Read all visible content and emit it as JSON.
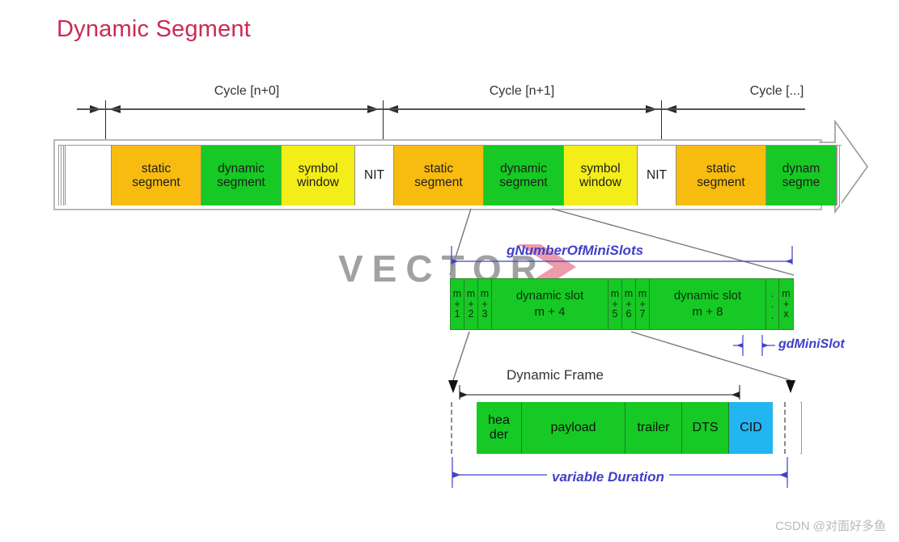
{
  "title": "Dynamic Segment",
  "colors": {
    "title": "#cc2a55",
    "static": "#f8bc10",
    "dynamic": "#16c924",
    "symbol": "#f3ed19",
    "nit": "#ffffff",
    "cid": "#23b5f0",
    "annotation": "#4040c8",
    "line": "#555555"
  },
  "cycles": {
    "labels": [
      "Cycle [n+0]",
      "Cycle [n+1]",
      "Cycle [...]"
    ]
  },
  "cycle_bar": {
    "segments": [
      {
        "kind": "blank",
        "lines": [],
        "width": 58
      },
      {
        "kind": "static",
        "lines": [
          "static",
          "segment"
        ],
        "width": 112
      },
      {
        "kind": "dynamic",
        "lines": [
          "dynamic",
          "segment"
        ],
        "width": 100
      },
      {
        "kind": "symbol",
        "lines": [
          "symbol",
          "window"
        ],
        "width": 92
      },
      {
        "kind": "nit",
        "lines": [
          "NIT"
        ],
        "width": 49
      },
      {
        "kind": "static",
        "lines": [
          "static",
          "segment"
        ],
        "width": 112
      },
      {
        "kind": "dynamic",
        "lines": [
          "dynamic",
          "segment"
        ],
        "width": 100
      },
      {
        "kind": "symbol",
        "lines": [
          "symbol",
          "window"
        ],
        "width": 92
      },
      {
        "kind": "nit",
        "lines": [
          "NIT"
        ],
        "width": 49
      },
      {
        "kind": "static",
        "lines": [
          "static",
          "segment"
        ],
        "width": 112
      },
      {
        "kind": "dynamic",
        "lines": [
          "dynam",
          "segme"
        ],
        "width": 88
      }
    ]
  },
  "minislots": {
    "measure_label": "gNumberOfMiniSlots",
    "unit_label": "gdMiniSlot",
    "cells": [
      {
        "kind": "narrow",
        "lines": [
          "m",
          "+",
          "1"
        ]
      },
      {
        "kind": "narrow",
        "lines": [
          "m",
          "+",
          "2"
        ]
      },
      {
        "kind": "narrow",
        "lines": [
          "m",
          "+",
          "3"
        ]
      },
      {
        "kind": "wide",
        "lines": [
          "dynamic slot",
          "m + 4"
        ]
      },
      {
        "kind": "narrow",
        "lines": [
          "m",
          "+",
          "5"
        ]
      },
      {
        "kind": "narrow",
        "lines": [
          "m",
          "+",
          "6"
        ]
      },
      {
        "kind": "narrow",
        "lines": [
          "m",
          "+",
          "7"
        ]
      },
      {
        "kind": "wide",
        "lines": [
          "dynamic slot",
          "m + 8"
        ]
      },
      {
        "kind": "dots",
        "lines": [
          ".",
          ".",
          "."
        ]
      },
      {
        "kind": "narrow",
        "lines": [
          "m",
          "+",
          "x"
        ]
      }
    ]
  },
  "dynamic_frame": {
    "title": "Dynamic Frame",
    "duration_label": "variable Duration",
    "cells": [
      {
        "kind": "pad",
        "lines": [],
        "width": 16
      },
      {
        "kind": "dash",
        "lines": [],
        "width": 32
      },
      {
        "kind": "green",
        "lines": [
          "hea",
          "der"
        ],
        "width": 56
      },
      {
        "kind": "green",
        "lines": [
          "payload"
        ],
        "width": 128
      },
      {
        "kind": "green",
        "lines": [
          "trailer"
        ],
        "width": 70
      },
      {
        "kind": "green",
        "lines": [
          "DTS"
        ],
        "width": 58
      },
      {
        "kind": "cid",
        "lines": [
          "CID"
        ],
        "width": 54
      },
      {
        "kind": "pad",
        "lines": [],
        "width": 14
      },
      {
        "kind": "dash",
        "lines": [],
        "width": 20
      }
    ]
  },
  "watermarks": {
    "vector": "VECTOR",
    "csdn": "CSDN @对面好多鱼"
  }
}
